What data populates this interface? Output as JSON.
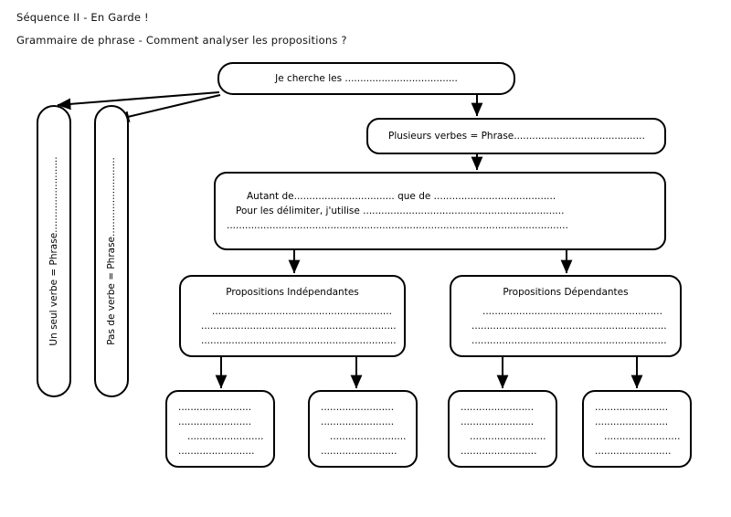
{
  "header": {
    "title": "Séquence II - En Garde !",
    "subtitle": "Grammaire de phrase - Comment analyser les propositions ?"
  },
  "nodes": {
    "cherche": {
      "name": "je-cherche-les",
      "lines": [
        "Je cherche les ....................................."
      ]
    },
    "plusieurs": {
      "name": "plusieurs-verbes",
      "lines": [
        "Plusieurs verbes = Phrase..........................................."
      ]
    },
    "autant": {
      "name": "autant-de-que-de",
      "lines": [
        "Autant de................................. que de ........................................",
        "Pour les délimiter, j'utilise ..................................................................",
        "................................................................................................................"
      ]
    },
    "independantes": {
      "name": "propositions-independantes",
      "title": "Propositions Indépendantes",
      "lines": [
        "...........................................................",
        "................................................................",
        "................................................................"
      ]
    },
    "dependantes": {
      "name": "propositions-dependantes",
      "title": "Propositions Dépendantes",
      "lines": [
        "...........................................................",
        "................................................................",
        "................................................................"
      ]
    },
    "un_seul_verbe": {
      "name": "un-seul-verbe-phrase",
      "text": "Un seul verbe = Phrase........................."
    },
    "pas_de_verbe": {
      "name": "pas-de-verbe-phrase",
      "text": "Pas de verbe = Phrase.........................."
    },
    "blank_boxes": [
      {
        "name": "blank-box-1",
        "lines": [
          "........................",
          "........................",
          ".........................",
          "........................."
        ]
      },
      {
        "name": "blank-box-2",
        "lines": [
          "........................",
          "........................",
          ".........................",
          "........................."
        ]
      },
      {
        "name": "blank-box-3",
        "lines": [
          "........................",
          "........................",
          ".........................",
          "........................."
        ]
      },
      {
        "name": "blank-box-4",
        "lines": [
          "........................",
          "........................",
          ".........................",
          "........................."
        ]
      }
    ]
  },
  "colors": {
    "stroke": "#000000",
    "background": "#ffffff",
    "text": "#000000"
  }
}
